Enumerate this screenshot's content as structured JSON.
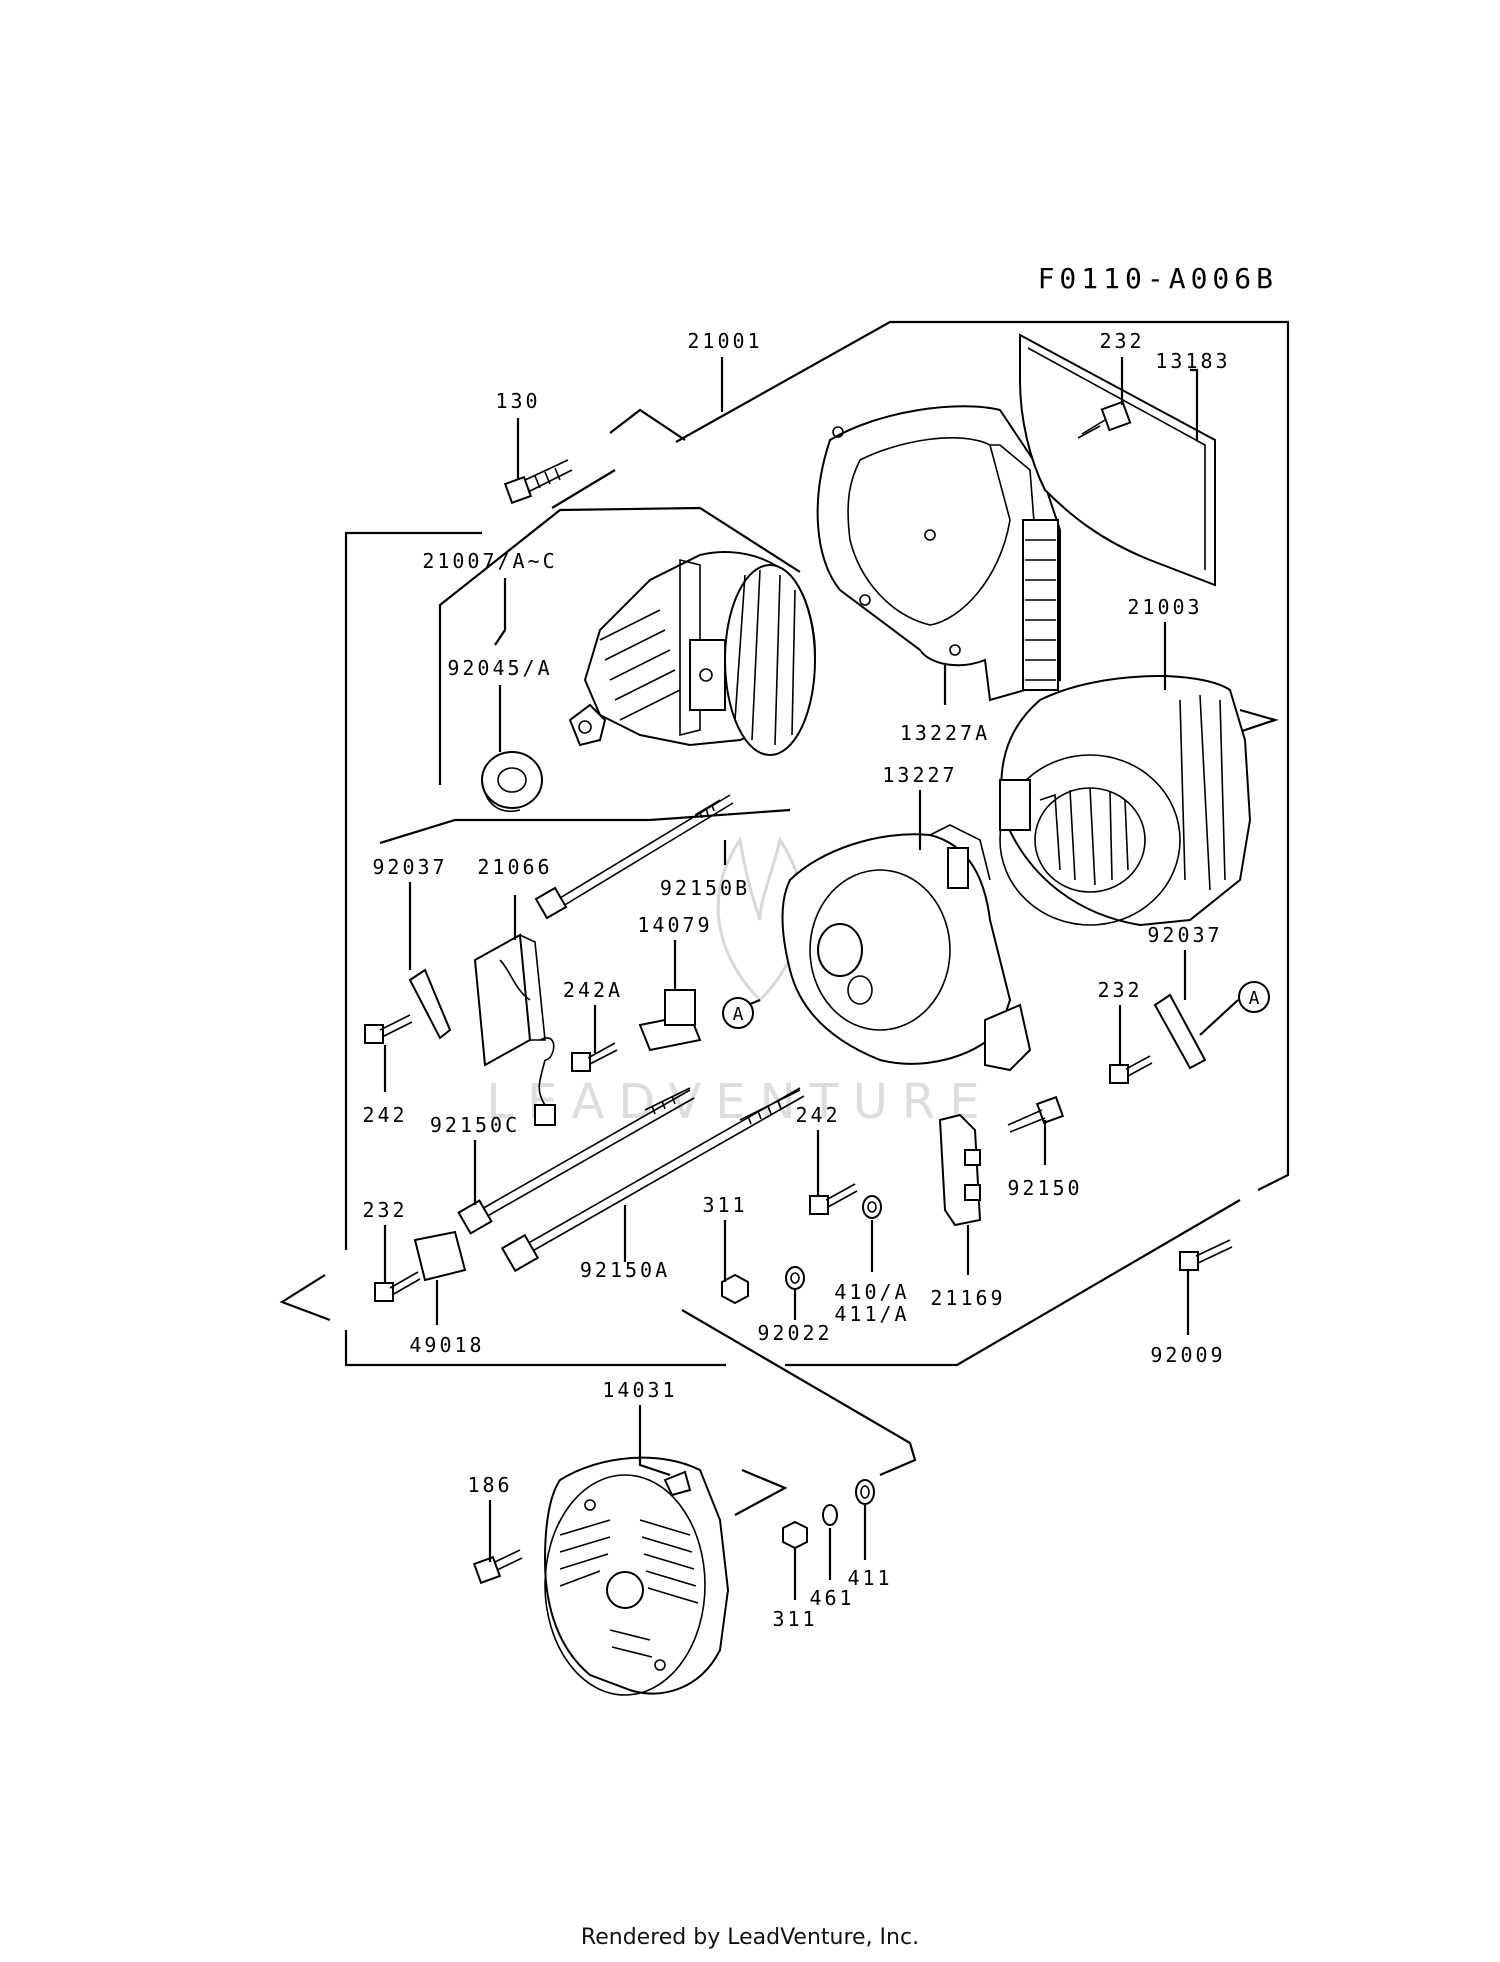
{
  "diagram_code": "F0110-A006B",
  "watermark": "LEADVENTURE",
  "footer": "Rendered by LeadVenture, Inc.",
  "callouts": {
    "c21001": "21001",
    "c232_top": "232",
    "c13183": "13183",
    "c130": "130",
    "c21007": "21007/A~C",
    "c92045": "92045/A",
    "c13227A": "13227A",
    "c21003": "21003",
    "c13227": "13227",
    "c92037_l": "92037",
    "c21066": "21066",
    "c92150B": "92150B",
    "c14079": "14079",
    "c242A": "242A",
    "c92037_r": "92037",
    "c232_r": "232",
    "ref_a_center": "A",
    "ref_a_right": "A",
    "c242_l": "242",
    "c92150C": "92150C",
    "c242_m": "242",
    "c92150": "92150",
    "c232_l": "232",
    "c311_m": "311",
    "c410": "410/A",
    "c411": "411/A",
    "c21169": "21169",
    "c92150A": "92150A",
    "c92022": "92022",
    "c49018": "49018",
    "c92009": "92009",
    "c14031": "14031",
    "c186": "186",
    "c411_b": "411",
    "c461": "461",
    "c311_b": "311"
  }
}
